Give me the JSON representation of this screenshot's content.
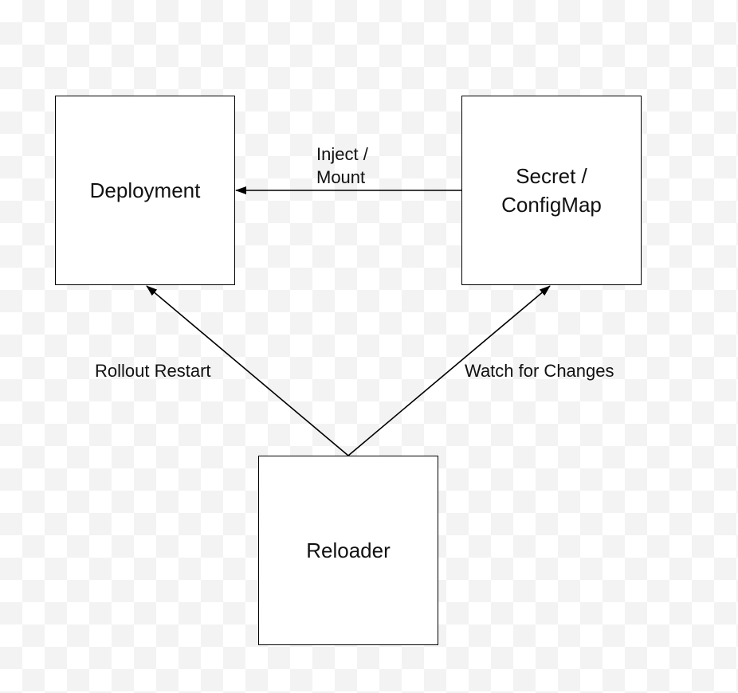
{
  "nodes": {
    "deployment": {
      "label": "Deployment"
    },
    "secret_configmap": {
      "label": "Secret /\nConfigMap"
    },
    "reloader": {
      "label": "Reloader"
    }
  },
  "edges": {
    "inject_mount": {
      "label": "Inject /\nMount",
      "from": "Secret /\nConfigMap",
      "to": "Deployment"
    },
    "rollout_restart": {
      "label": "Rollout Restart",
      "from": "Reloader",
      "to": "Deployment"
    },
    "watch_for_changes": {
      "label": "Watch for Changes",
      "from": "Reloader",
      "to": "Secret /\nConfigMap"
    }
  },
  "colors": {
    "stroke": "#000000",
    "background": "#ffffff",
    "checker": "#f3f3f3",
    "text": "#111111"
  }
}
